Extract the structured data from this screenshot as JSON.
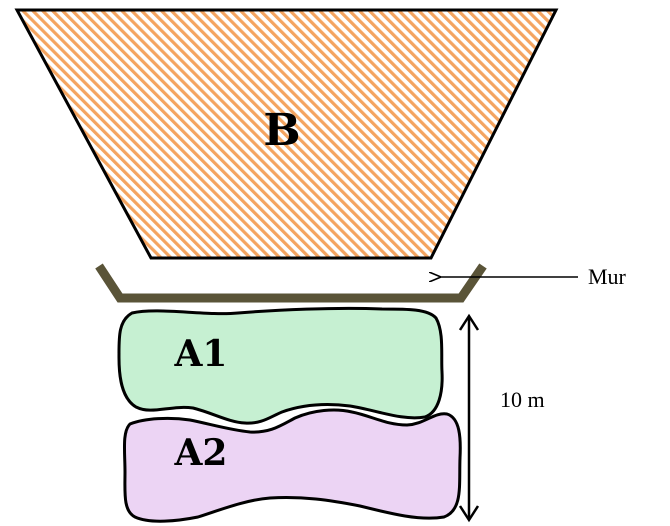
{
  "labels": {
    "region_b": "B",
    "region_a1": "A1",
    "region_a2": "A2",
    "wall": "Mur",
    "distance": "10 m"
  },
  "colors": {
    "region_b_hatch": "#f4a460",
    "region_a1_fill": "#c6f0d2",
    "region_a2_fill": "#ecd4f4",
    "wall": "#5a5438",
    "outline": "#000000"
  }
}
